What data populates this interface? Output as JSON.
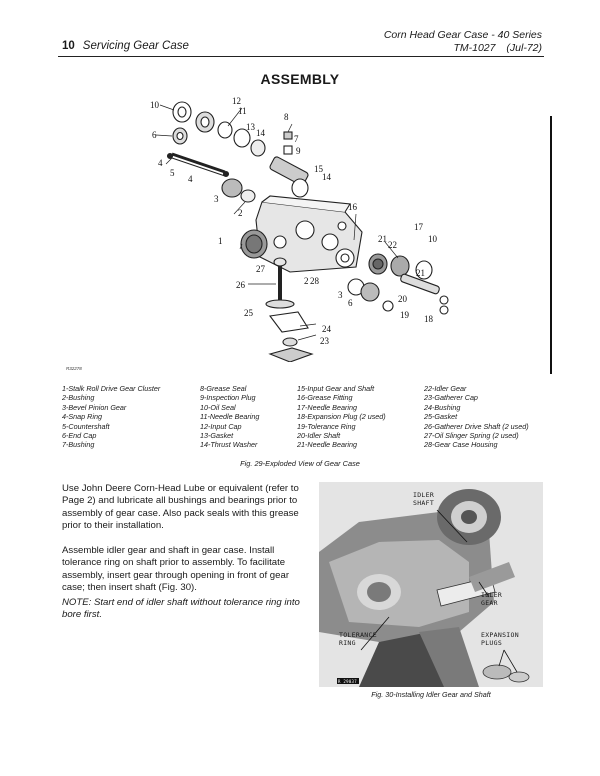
{
  "header": {
    "title_right": "Corn Head Gear Case  -  40 Series",
    "manual": "TM-1027",
    "date": "(Jul-72)",
    "page_number": "10",
    "section": "Servicing Gear Case"
  },
  "heading": "ASSEMBLY",
  "figure29": {
    "image_number": "R32278",
    "callouts": [
      "10",
      "12",
      "11",
      "6",
      "13",
      "14",
      "8",
      "7",
      "9",
      "4",
      "15",
      "5",
      "4",
      "14",
      "3",
      "2",
      "16",
      "17",
      "10",
      "1",
      "21",
      "22",
      "27",
      "2",
      "21",
      "26",
      "28",
      "3",
      "6",
      "20",
      "19",
      "18",
      "25",
      "24",
      "23"
    ],
    "legend": [
      [
        "1-Stalk Roll Drive Gear Cluster",
        "2-Bushing",
        "3-Bevel Pinion Gear",
        "4-Snap Ring",
        "5-Countershaft",
        "6-End Cap",
        "7-Bushing"
      ],
      [
        "8-Grease Seal",
        "9-Inspection Plug",
        "10-Oil Seal",
        "11-Needle Bearing",
        "12-Input Cap",
        "13-Gasket",
        "14-Thrust Washer"
      ],
      [
        "15-Input Gear and Shaft",
        "16-Grease Fitting",
        "17-Needle Bearing",
        "18-Expansion Plug (2 used)",
        "19-Tolerance Ring",
        "20-Idler Shaft",
        "21-Needle Bearing"
      ],
      [
        "22-Idler Gear",
        "23-Gatherer Cap",
        "24-Bushing",
        "25-Gasket",
        "26-Gatherer Drive Shaft (2 used)",
        "27-Oil Slinger Spring (2 used)",
        "28-Gear Case Housing"
      ]
    ],
    "caption": "Fig. 29-Exploded View of Gear Case"
  },
  "paragraphs": {
    "p1": "Use John Deere Corn-Head Lube or equivalent (refer to Page 2) and lubricate all bushings and bearings prior to assembly of gear case. Also pack seals with this grease prior to their installation.",
    "p2": "Assemble idler gear and shaft in gear case. Install tolerance ring on shaft prior to assembly. To facilitate assembly, insert gear through opening in front of gear case; then insert shaft (Fig. 30).",
    "p3": "NOTE: Start end of idler shaft without tolerance ring into bore first."
  },
  "figure30": {
    "labels": {
      "idler_shaft": "IDLER\nSHAFT",
      "idler_gear": "IDLER\nGEAR",
      "tolerance_ring": "TOLERANCE\nRING",
      "expansion_plugs": "EXPANSION\nPLUGS"
    },
    "image_number": "R 29037",
    "caption": "Fig. 30-Installing Idler Gear and Shaft"
  }
}
